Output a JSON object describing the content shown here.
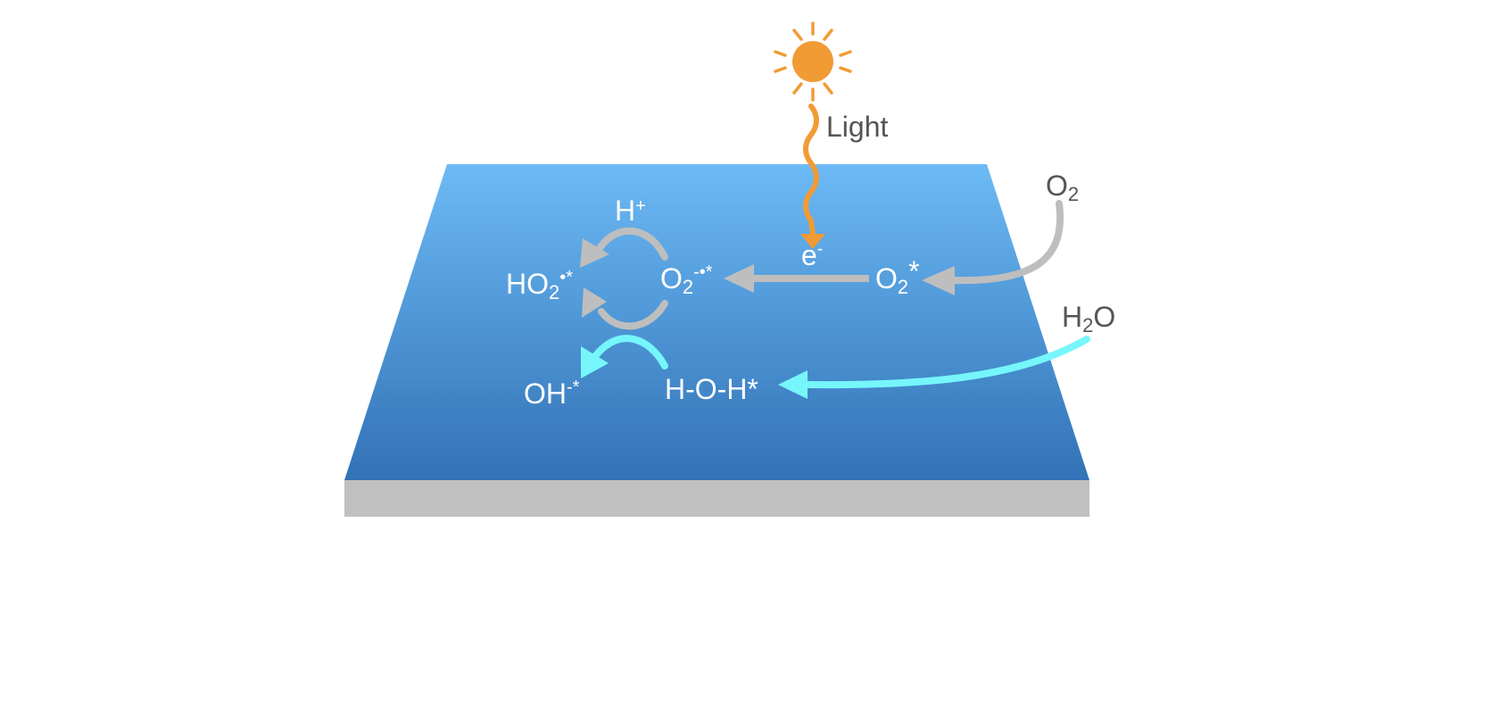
{
  "colors": {
    "surface_top": "#6cbaf5",
    "surface_bottom": "#3272b6",
    "surface_edge": "#c0c0c0",
    "sun": "#f19b35",
    "gray_arrow": "#bebebe",
    "cyan_arrow": "#76f6fb",
    "label_on_surface": "#ffffff",
    "label_outside": "#555555"
  },
  "labels": {
    "light": "Light",
    "o2_gas": {
      "base": "O",
      "sub": "2"
    },
    "h2o_gas": {
      "pre": "H",
      "sub": "2",
      "post": "O"
    },
    "electron": {
      "base": "e",
      "sup": "-"
    },
    "proton": {
      "base": "H",
      "sup": "+"
    },
    "o2_adsorbed": {
      "base": "O",
      "sub": "2",
      "post": "*"
    },
    "superoxide": {
      "base": "O",
      "sub": "2",
      "sup": "-•*"
    },
    "hydroperoxyl": {
      "base": "HO",
      "sub": "2",
      "sup": "•*"
    },
    "hydroxide": {
      "base": "OH",
      "sup": "-*"
    },
    "water_adsorbed": "H-O-H*"
  },
  "icons": {
    "sun": "sun-icon",
    "light_wave": "wavy-arrow-icon"
  }
}
